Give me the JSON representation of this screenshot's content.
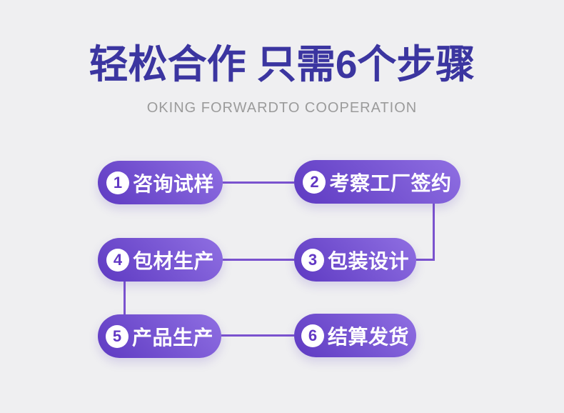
{
  "header": {
    "title": "轻松合作 只需6个步骤",
    "subtitle": "OKING FORWARDTO COOPERATION"
  },
  "steps": [
    {
      "number": "1",
      "label": "咨询试样"
    },
    {
      "number": "2",
      "label": "考察工厂签约"
    },
    {
      "number": "3",
      "label": "包装设计"
    },
    {
      "number": "4",
      "label": "包材生产"
    },
    {
      "number": "5",
      "label": "产品生产"
    },
    {
      "number": "6",
      "label": "结算发货"
    }
  ],
  "flow_order": "1 → 2 → 3 → 4 → 5 → 6 (boustrophedon: row1 left-to-right, row2 right-to-left, row3 left-to-right)",
  "colors": {
    "page_bg": "#efeff1",
    "title_color": "#3b35a0",
    "subtitle_color": "#9b9b9b",
    "pill_gradient_start": "#8f6fe2",
    "pill_gradient_end": "#5e3ac2",
    "pill_text_color": "#ffffff",
    "badge_bg": "#ffffff",
    "step_number_color": "#6238c4",
    "connector_color": "#7a52ce"
  }
}
